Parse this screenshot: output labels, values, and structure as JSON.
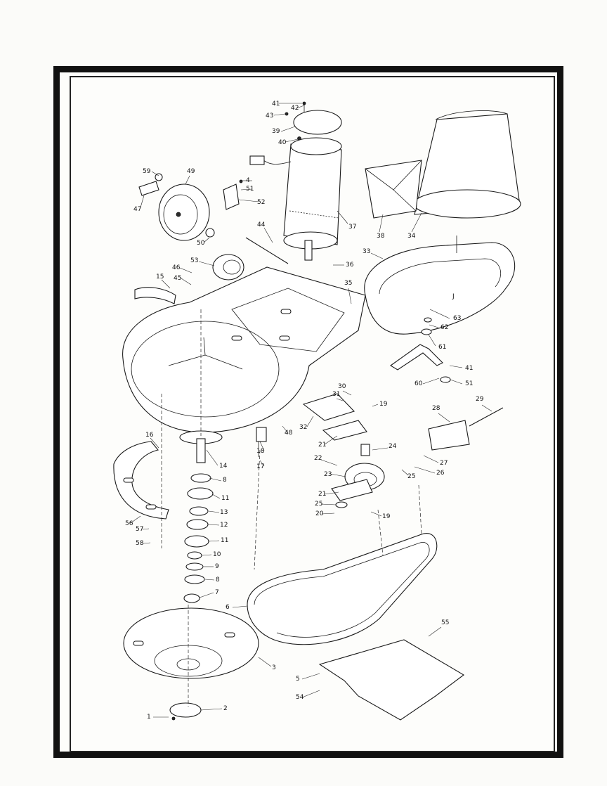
{
  "part_labels": [
    {
      "id": "41a",
      "text": "41"
    },
    {
      "id": "42",
      "text": "42"
    },
    {
      "id": "43",
      "text": "43"
    },
    {
      "id": "39",
      "text": "39"
    },
    {
      "id": "40",
      "text": "40"
    },
    {
      "id": "59",
      "text": "59"
    },
    {
      "id": "49",
      "text": "49"
    },
    {
      "id": "4",
      "text": "4"
    },
    {
      "id": "51a",
      "text": "51"
    },
    {
      "id": "52",
      "text": "52"
    },
    {
      "id": "47",
      "text": "47"
    },
    {
      "id": "37",
      "text": "37"
    },
    {
      "id": "38",
      "text": "38"
    },
    {
      "id": "34",
      "text": "34"
    },
    {
      "id": "44",
      "text": "44"
    },
    {
      "id": "50",
      "text": "50"
    },
    {
      "id": "33",
      "text": "33"
    },
    {
      "id": "53",
      "text": "53"
    },
    {
      "id": "36",
      "text": "36"
    },
    {
      "id": "46",
      "text": "46"
    },
    {
      "id": "15",
      "text": "15"
    },
    {
      "id": "45",
      "text": "45"
    },
    {
      "id": "35",
      "text": "35"
    },
    {
      "id": "J",
      "text": "J"
    },
    {
      "id": "63",
      "text": "63"
    },
    {
      "id": "62",
      "text": "62"
    },
    {
      "id": "61",
      "text": "61"
    },
    {
      "id": "41b",
      "text": "41"
    },
    {
      "id": "60",
      "text": "60"
    },
    {
      "id": "51b",
      "text": "51"
    },
    {
      "id": "30",
      "text": "30"
    },
    {
      "id": "31",
      "text": "31"
    },
    {
      "id": "19a",
      "text": "19"
    },
    {
      "id": "29",
      "text": "29"
    },
    {
      "id": "28",
      "text": "28"
    },
    {
      "id": "16",
      "text": "16"
    },
    {
      "id": "32",
      "text": "32"
    },
    {
      "id": "48",
      "text": "48"
    },
    {
      "id": "21a",
      "text": "21"
    },
    {
      "id": "24",
      "text": "24"
    },
    {
      "id": "18",
      "text": "18"
    },
    {
      "id": "14",
      "text": "14"
    },
    {
      "id": "22",
      "text": "22"
    },
    {
      "id": "27",
      "text": "27"
    },
    {
      "id": "17",
      "text": "17"
    },
    {
      "id": "23",
      "text": "23"
    },
    {
      "id": "26",
      "text": "26"
    },
    {
      "id": "25a",
      "text": "25"
    },
    {
      "id": "8a",
      "text": "8"
    },
    {
      "id": "21b",
      "text": "21"
    },
    {
      "id": "11a",
      "text": "11"
    },
    {
      "id": "25b",
      "text": "25"
    },
    {
      "id": "13",
      "text": "13"
    },
    {
      "id": "20",
      "text": "20"
    },
    {
      "id": "19b",
      "text": "19"
    },
    {
      "id": "56",
      "text": "56"
    },
    {
      "id": "12",
      "text": "12"
    },
    {
      "id": "57",
      "text": "57"
    },
    {
      "id": "11b",
      "text": "11"
    },
    {
      "id": "58",
      "text": "58"
    },
    {
      "id": "10",
      "text": "10"
    },
    {
      "id": "9",
      "text": "9"
    },
    {
      "id": "8b",
      "text": "8"
    },
    {
      "id": "7",
      "text": "7"
    },
    {
      "id": "6",
      "text": "6"
    },
    {
      "id": "55",
      "text": "55"
    },
    {
      "id": "3",
      "text": "3"
    },
    {
      "id": "5",
      "text": "5"
    },
    {
      "id": "54",
      "text": "54"
    },
    {
      "id": "2",
      "text": "2"
    },
    {
      "id": "1",
      "text": "1"
    }
  ]
}
